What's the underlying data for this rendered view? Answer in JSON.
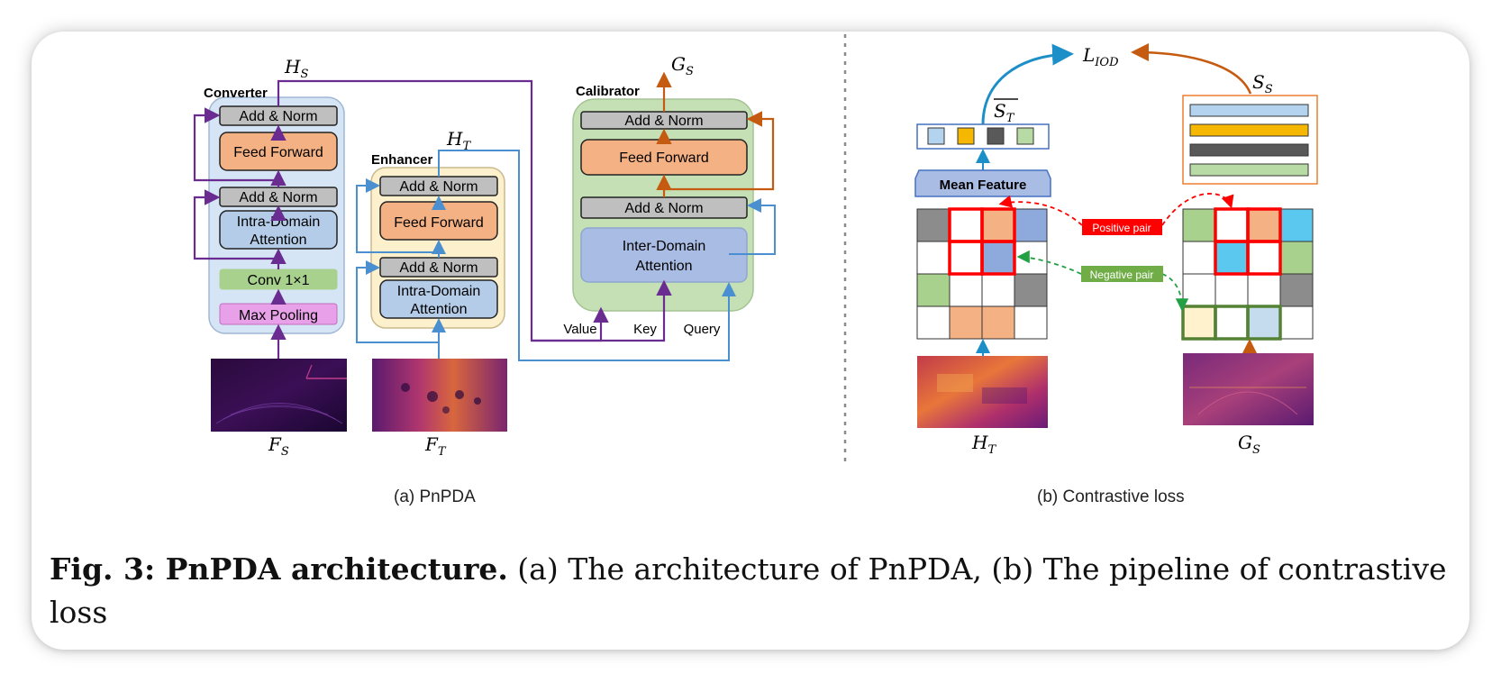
{
  "panel_a": {
    "converter": {
      "title": "Converter",
      "add_norm_top": "Add & Norm",
      "feed_forward": "Feed Forward",
      "add_norm_mid": "Add & Norm",
      "attention_line1": "Intra-Domain",
      "attention_line2": "Attention",
      "conv": "Conv 1×1",
      "pool": "Max Pooling"
    },
    "enhancer": {
      "title": "Enhancer",
      "add_norm_top": "Add & Norm",
      "feed_forward": "Feed Forward",
      "add_norm_mid": "Add & Norm",
      "attention_line1": "Intra-Domain",
      "attention_line2": "Attention"
    },
    "calibrator": {
      "title": "Calibrator",
      "add_norm_top": "Add & Norm",
      "feed_forward": "Feed Forward",
      "add_norm_mid": "Add & Norm",
      "attention_line1": "Inter-Domain",
      "attention_line2": "Attention"
    },
    "inputs": {
      "value": "Value",
      "key": "Key",
      "query": "Query"
    },
    "math": {
      "hs": {
        "base": "H",
        "sub": "S"
      },
      "ht": {
        "base": "H",
        "sub": "T"
      },
      "gs": {
        "base": "G",
        "sub": "S"
      },
      "fs": {
        "base": "F",
        "sub": "S"
      },
      "ft": {
        "base": "F",
        "sub": "T"
      }
    },
    "caption": "(a) PnPDA"
  },
  "panel_b": {
    "loss": {
      "base": "L",
      "sub": "IOD"
    },
    "st_bar": {
      "base": "S",
      "sub": "T"
    },
    "ss": {
      "base": "S",
      "sub": "S"
    },
    "mean_feature": "Mean Feature",
    "positive_pair": "Positive pair",
    "negative_pair": "Negative pair",
    "ht": {
      "base": "H",
      "sub": "T"
    },
    "gs": {
      "base": "G",
      "sub": "S"
    },
    "caption": "(b) Contrastive loss"
  },
  "figure_caption": {
    "label": "Fig. 3: PnPDA architecture.",
    "text": " (a) The architecture of PnPDA, (b) The pipeline of contrastive loss"
  },
  "colors": {
    "purple_arrow": "#6b2c91",
    "blue_arrow": "#4a8fd0",
    "orange_arrow": "#c55a11",
    "teal_arrow": "#1c8fc8",
    "converter_bg": "#d6e5f5",
    "enhancer_bg": "#fdf0cc",
    "calibrator_bg": "#c5e0b4",
    "feed_forward": "#f4b183",
    "add_norm": "#bfbfbf",
    "attention_blue": "#b4cce8",
    "inter_attention": "#a9bce3",
    "conv": "#a9d18e",
    "pool": "#e8a0e8",
    "positive_red": "#ff0000",
    "negative_green": "#70ad47"
  }
}
